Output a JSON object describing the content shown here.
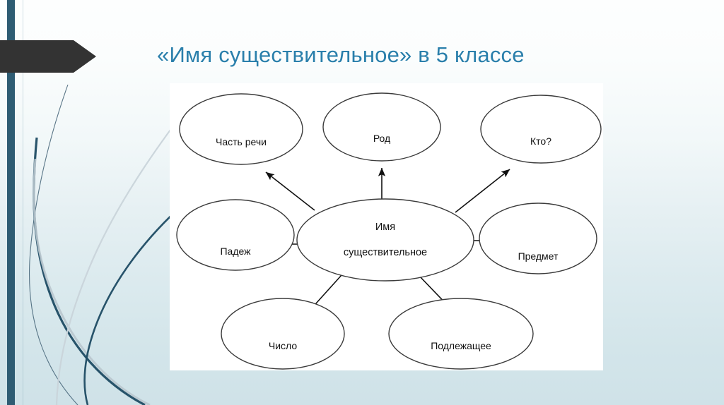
{
  "slide": {
    "title": "«Имя существительное» в 5 классе",
    "title_color": "#2a7fab",
    "background": {
      "top_color": "#fdfefe",
      "bottom_color": "#cfe2e8",
      "accent_bar_color": "#2e5c73",
      "banner_color": "#333333"
    }
  },
  "diagram": {
    "type": "mind-map",
    "center": {
      "label_line1": "Имя",
      "label_line2": "существительное"
    },
    "nodes": [
      {
        "id": "chast-rechi",
        "label": "Часть речи",
        "position": "top-left"
      },
      {
        "id": "rod",
        "label": "Род",
        "position": "top-center"
      },
      {
        "id": "kto",
        "label": "Кто?",
        "position": "top-right"
      },
      {
        "id": "padezh",
        "label": "Падеж",
        "position": "middle-left"
      },
      {
        "id": "predmet",
        "label": "Предмет",
        "position": "middle-right"
      },
      {
        "id": "chislo",
        "label": "Число",
        "position": "bottom-left"
      },
      {
        "id": "podlezhashee",
        "label": "Подлежащее",
        "position": "bottom-right"
      }
    ],
    "edges": [
      {
        "from": "center",
        "to": "chast-rechi",
        "arrow": "to"
      },
      {
        "from": "center",
        "to": "rod",
        "arrow": "to"
      },
      {
        "from": "center",
        "to": "kto",
        "arrow": "to"
      },
      {
        "from": "center",
        "to": "padezh",
        "arrow": "to"
      },
      {
        "from": "center",
        "to": "predmet",
        "arrow": "to"
      },
      {
        "from": "center",
        "to": "chislo",
        "arrow": "to"
      },
      {
        "from": "center",
        "to": "podlezhashee",
        "arrow": "to"
      }
    ]
  }
}
